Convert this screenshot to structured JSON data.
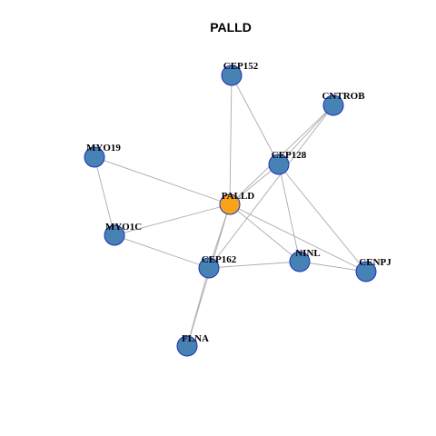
{
  "title": "PALLD",
  "colors": {
    "center_node": "#f9a31b",
    "neighbor_node": "#4682b4",
    "node_border": "#1f2fbf",
    "edge": "#aaaaaa"
  },
  "nodes": [
    {
      "id": "PALLD",
      "label": "PALLD",
      "center": true
    },
    {
      "id": "CEP152",
      "label": "CEP152",
      "center": false
    },
    {
      "id": "CNTROB",
      "label": "CNTROB",
      "center": false
    },
    {
      "id": "MYO19",
      "label": "MYO19",
      "center": false
    },
    {
      "id": "CEP128",
      "label": "CEP128",
      "center": false
    },
    {
      "id": "MYO1C",
      "label": "MYO1C",
      "center": false
    },
    {
      "id": "CEP162",
      "label": "CEP162",
      "center": false
    },
    {
      "id": "NINL",
      "label": "NINL",
      "center": false
    },
    {
      "id": "CENPJ",
      "label": "CENPJ",
      "center": false
    },
    {
      "id": "FLNA",
      "label": "FLNA",
      "center": false
    }
  ],
  "edges": [
    [
      "PALLD",
      "CEP152"
    ],
    [
      "PALLD",
      "CNTROB"
    ],
    [
      "PALLD",
      "CEP128"
    ],
    [
      "PALLD",
      "MYO19"
    ],
    [
      "PALLD",
      "MYO1C"
    ],
    [
      "PALLD",
      "CEP162"
    ],
    [
      "PALLD",
      "NINL"
    ],
    [
      "PALLD",
      "CENPJ"
    ],
    [
      "PALLD",
      "FLNA"
    ],
    [
      "CEP152",
      "CEP128"
    ],
    [
      "CNTROB",
      "CEP128"
    ],
    [
      "CNTROB",
      "CEP162"
    ],
    [
      "CEP128",
      "NINL"
    ],
    [
      "CEP128",
      "CENPJ"
    ],
    [
      "MYO19",
      "MYO1C"
    ],
    [
      "MYO1C",
      "CEP162"
    ],
    [
      "CEP162",
      "NINL"
    ],
    [
      "CEP162",
      "FLNA"
    ],
    [
      "NINL",
      "CENPJ"
    ]
  ]
}
